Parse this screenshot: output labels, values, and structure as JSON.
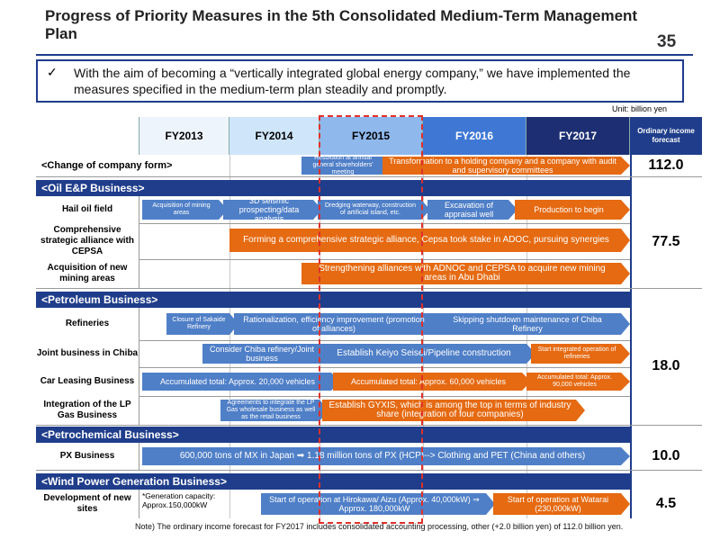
{
  "title": "Progress of Priority Measures in the 5th Consolidated Medium-Term Management  Plan",
  "page_number": "35",
  "summary": {
    "check": "✓",
    "text": "With the aim of becoming a “vertically integrated global energy company,” we have implemented the measures specified in the medium-term plan steadily and promptly."
  },
  "unit": "Unit: billion yen",
  "header": {
    "years": [
      "FY2013",
      "FY2014",
      "FY2015",
      "FY2016",
      "FY2017"
    ],
    "forecast_label": "Ordinary income forecast"
  },
  "rows": {
    "company_form": {
      "label": "<Change of company form>",
      "bar1": "Resolution at annual general shareholders' meeting",
      "bar2": "Transformation to a holding company and a company with audit and supervisory committees",
      "forecast": "112.0"
    },
    "oil_ep": {
      "section": "<Oil E&P Business>",
      "forecast": "77.5",
      "hail": {
        "label": "Hail oil field",
        "b1": "Acquisition of mining areas",
        "b2": "3D seismic prospecting/data analysis",
        "b3": "Dredging waterway, construction of artificial island, etc.",
        "b4": "Excavation of appraisal well",
        "b5": "Production to begin"
      },
      "cepsa": {
        "label": "Comprehensive strategic alliance with CEPSA",
        "b1": "Forming a comprehensive strategic alliance, Cepsa took stake in ADOC, pursuing synergies"
      },
      "mining": {
        "label": "Acquisition of new mining areas",
        "b1": "Strengthening alliances with ADNOC and CEPSA to acquire new mining areas in Abu Dhabi"
      }
    },
    "petroleum": {
      "section": "<Petroleum Business>",
      "forecast": "18.0",
      "refineries": {
        "label": "Refineries",
        "b1": "Closure of Sakaide Refinery",
        "b2": "Rationalization, efficiency improvement (promotion of alliances)",
        "b3": "Skipping shutdown maintenance of Chiba Refinery"
      },
      "chiba": {
        "label": "Joint business in Chiba",
        "b1": "Consider Chiba refinery/Joint business",
        "b2": "Establish Keiyo Seisei/Pipeline construction",
        "b3": "Start integrated operation of refineries"
      },
      "leasing": {
        "label": "Car Leasing Business",
        "b1": "Accumulated total: Approx. 20,000 vehicles",
        "b2": "Accumulated total: Approx. 60,000 vehicles",
        "b3": "Accumulated total: Approx. 90,000 vehicles"
      },
      "lpgas": {
        "label": "Integration of the LP Gas Business",
        "b1": "Agreements to integrate the LP Gas wholesale business as well as the retail business",
        "b2": "Establish GYXIS, which is among the top in terms of industry share (integration of four companies)"
      }
    },
    "petrochem": {
      "section": "<Petrochemical Business>",
      "forecast": "10.0",
      "px": {
        "label": "PX Business",
        "b1": "600,000 tons of MX in Japan ➡ 1.18 million tons of PX (HCP)--> Clothing and PET (China and others)"
      }
    },
    "wind": {
      "section": "<Wind Power Generation Business>",
      "forecast": "4.5",
      "dev": {
        "label": "Development of new sites",
        "capacity": "*Generation capacity: Approx.150,000kW",
        "b1": "Start of operation at Hirokawa/ Aizu (Approx. 40,000kW) ⇒ Approx. 180,000kW",
        "b2": "Start of operation at Watarai (230,000kW)"
      }
    }
  },
  "note": "Note) The ordinary income forecast for FY2017 includes consolidated accounting processing, other (+2.0 billion yen) of 112.0 billion yen."
}
